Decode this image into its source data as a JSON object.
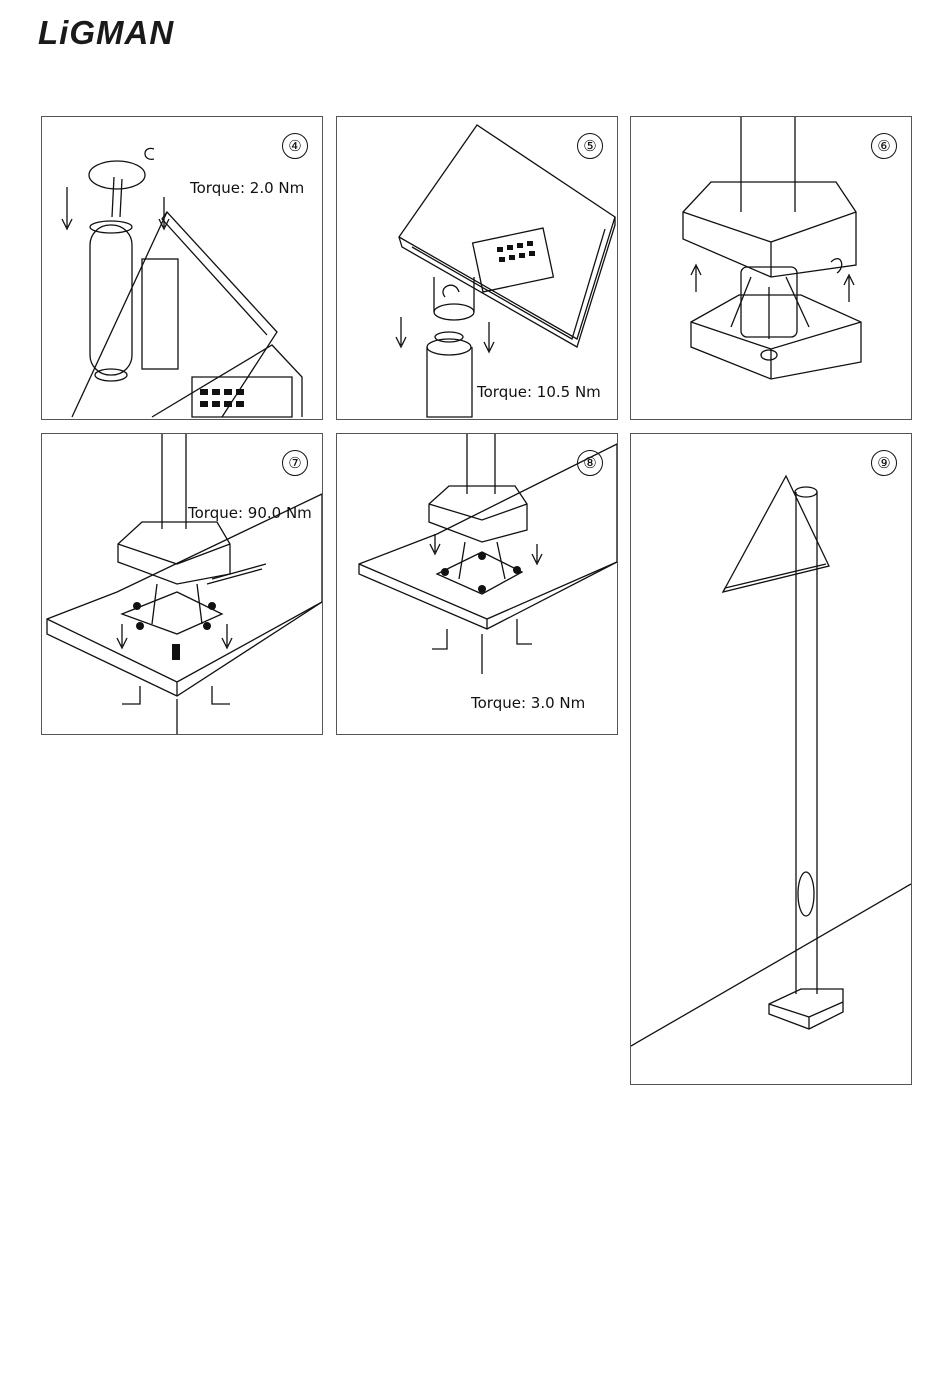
{
  "brand": {
    "logo_text": "LiGMAN"
  },
  "panels": [
    {
      "id": "4",
      "step": "④",
      "torque": "Torque: 2.0 Nm"
    },
    {
      "id": "5",
      "step": "⑤",
      "torque": "Torque: 10.5 Nm"
    },
    {
      "id": "6",
      "step": "⑥",
      "torque": ""
    },
    {
      "id": "7",
      "step": "⑦",
      "torque": "Torque: 90.0 Nm"
    },
    {
      "id": "8",
      "step": "⑧",
      "torque": "Torque: 3.0 Nm"
    },
    {
      "id": "9",
      "step": "⑨",
      "torque": ""
    }
  ]
}
